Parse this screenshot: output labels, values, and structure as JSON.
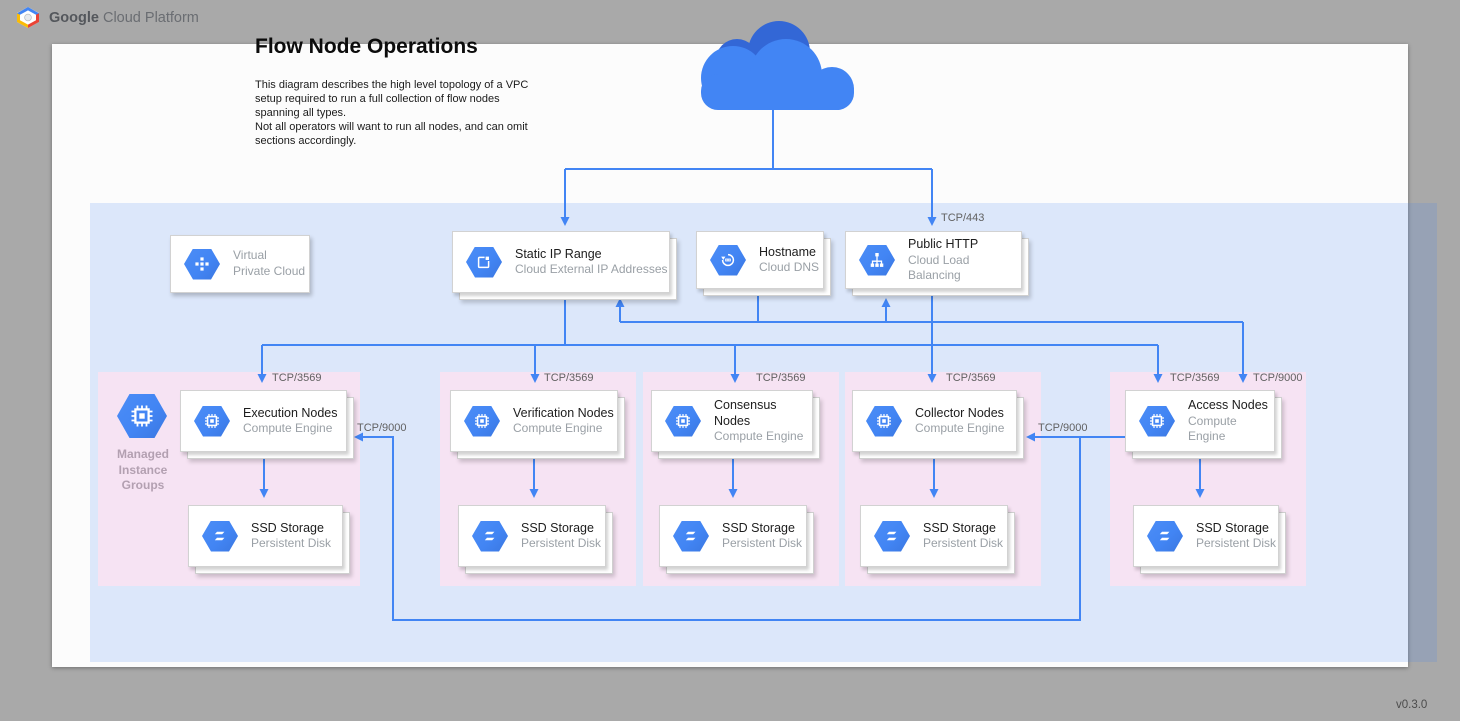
{
  "brand": {
    "bold": "Google",
    "rest": "Cloud Platform"
  },
  "title": "Flow Node Operations",
  "description": [
    "This diagram describes the high level topology of a VPC setup required to run a full collection of flow nodes spanning all types.",
    "Not all operators will want to run all nodes, and can omit sections accordingly."
  ],
  "version": "v0.3.0",
  "colors": {
    "background_gray": "#a9a9a9",
    "canvas_white": "#fcfcfc",
    "vpc_region_blue": "rgba(66,133,244,0.17)",
    "group_pink": "#f6e3f3",
    "accent_blue": "#4285f4",
    "cloud_dark_blue": "#3367d6",
    "subtitle_gray": "#9aa0a6"
  },
  "vpc_card": {
    "line1": "Virtual",
    "line2": "Private Cloud"
  },
  "services": [
    {
      "title": "Static IP Range",
      "subtitle": "Cloud External IP Addresses"
    },
    {
      "title": "Hostname",
      "subtitle": "Cloud DNS"
    },
    {
      "title": "Public HTTP",
      "subtitle": "Cloud Load Balancing"
    }
  ],
  "mig_label": [
    "Managed",
    "Instance",
    "Groups"
  ],
  "groups": [
    {
      "compute_title": "Execution Nodes",
      "compute_subtitle": "Compute Engine",
      "storage_title": "SSD Storage",
      "storage_subtitle": "Persistent Disk"
    },
    {
      "compute_title": "Verification Nodes",
      "compute_subtitle": "Compute Engine",
      "storage_title": "SSD Storage",
      "storage_subtitle": "Persistent Disk"
    },
    {
      "compute_title": "Consensus Nodes",
      "compute_subtitle": "Compute Engine",
      "storage_title": "SSD Storage",
      "storage_subtitle": "Persistent Disk"
    },
    {
      "compute_title": "Collector Nodes",
      "compute_subtitle": "Compute Engine",
      "storage_title": "SSD Storage",
      "storage_subtitle": "Persistent Disk"
    },
    {
      "compute_title": "Access Nodes",
      "compute_subtitle": "Compute Engine",
      "storage_title": "SSD Storage",
      "storage_subtitle": "Persistent Disk"
    }
  ],
  "ports": {
    "tcp443": "TCP/443",
    "tcp3569": "TCP/3569",
    "tcp9000": "TCP/9000"
  }
}
